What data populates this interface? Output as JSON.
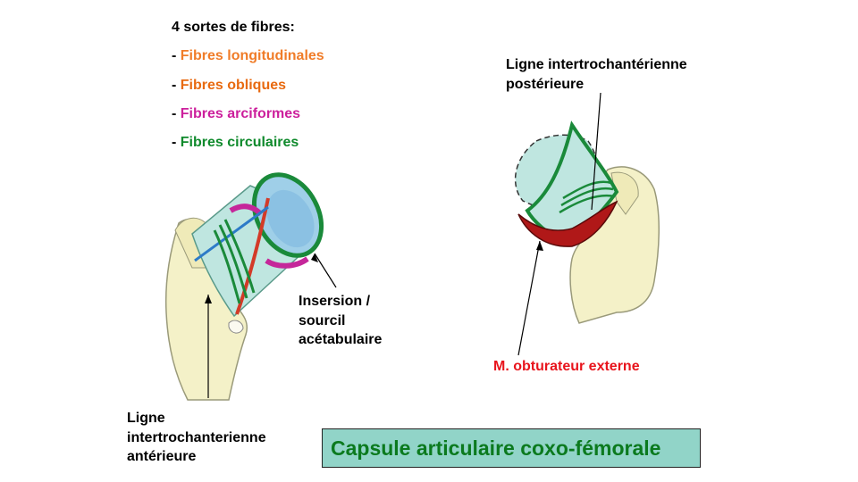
{
  "legend": {
    "title": "4 sortes de fibres:",
    "items": [
      {
        "prefix": "- ",
        "label": "Fibres longitudinales",
        "color": "#f07c28"
      },
      {
        "prefix": "- ",
        "label": "Fibres obliques",
        "color": "#e86a10"
      },
      {
        "prefix": "- ",
        "label": "Fibres arciformes",
        "color": "#cc1f9c"
      },
      {
        "prefix": "- ",
        "label": "Fibres circulaires",
        "color": "#0f8a2c"
      }
    ]
  },
  "labels": {
    "posterior_line_1": "Ligne intertrochantérienne",
    "posterior_line_2": "postérieure",
    "insertion_1": "Insersion /",
    "insertion_2": "sourcil",
    "insertion_3": "acétabulaire",
    "anterior_1": "Ligne",
    "anterior_2": "intertrochanterienne",
    "anterior_3": "antérieure",
    "obturator": "M. obturateur externe"
  },
  "title": "Capsule articulaire coxo-fémorale",
  "colors": {
    "bone": "#f4f1c8",
    "capsule": "#bfe6e0",
    "head": "#9fcfe8",
    "circular": "#1a8a3a",
    "arciform": "#c5279a",
    "oblique": "#d33a28",
    "longitudinal": "#2d7bc8",
    "muscle": "#b01818",
    "title_bg": "#91d4c8",
    "title_text": "#0b7a1e"
  }
}
